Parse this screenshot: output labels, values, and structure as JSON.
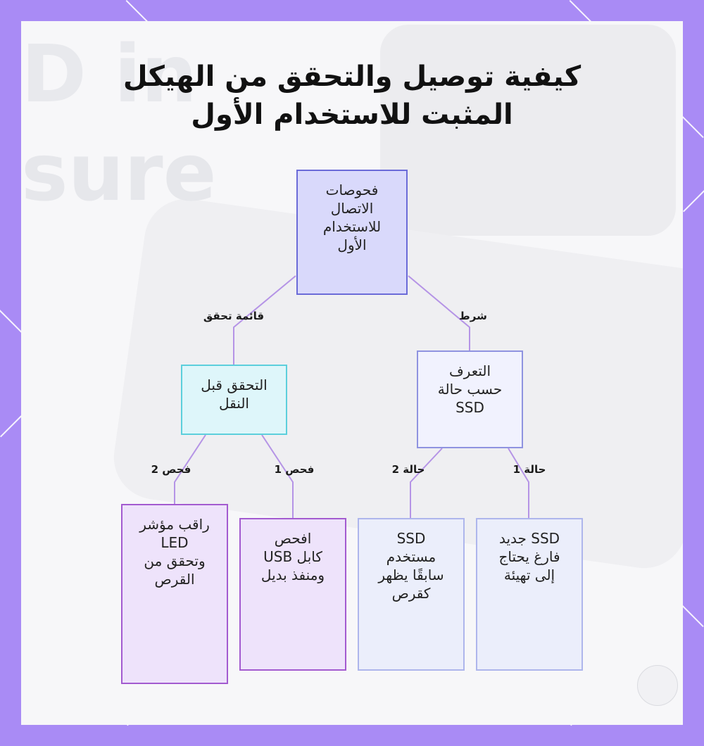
{
  "title": {
    "line1": "كيفية توصيل والتحقق من الهيكل",
    "line2": "المثبت للاستخدام الأول"
  },
  "background": {
    "ghost_words": [
      "D in",
      "sure"
    ]
  },
  "nodes": {
    "root": "فحوصات\nالاتصال\nللاستخدام\nالأول",
    "pre_check": "التحقق قبل\nالنقل",
    "identify": "التعرف\nحسب حالة\nSSD",
    "led": "راقب مؤشر\nLED\nوتحقق من\nالقرص",
    "usb": "افحص\nكابل USB\nومنفذ بديل",
    "used_ssd": "SSD\nمستخدم\nسابقًا يظهر\nكقرص",
    "new_ssd": "SSD جديد\nفارغ يحتاج\nإلى تهيئة"
  },
  "edge_labels": {
    "checklist": "قائمة تحقق",
    "condition": "شرط",
    "check2": "فحص 2",
    "check1": "فحص 1",
    "case2": "حالة 2",
    "case1": "حالة 1"
  },
  "colors": {
    "frame": "#a98bf5",
    "root_fill": "#d9d9fb",
    "root_border": "#6b6bd8",
    "precheck_fill": "#def6fa",
    "precheck_border": "#5ccfdc",
    "identify_fill": "#f1f2fe",
    "identify_border": "#8f93e0",
    "leaf_purple_fill": "#eee3fb",
    "leaf_purple_border": "#a35bd0",
    "leaf_blue_fill": "#ebeefb",
    "leaf_blue_border": "#aeb6ec",
    "edge_stroke": "#b594e6"
  }
}
